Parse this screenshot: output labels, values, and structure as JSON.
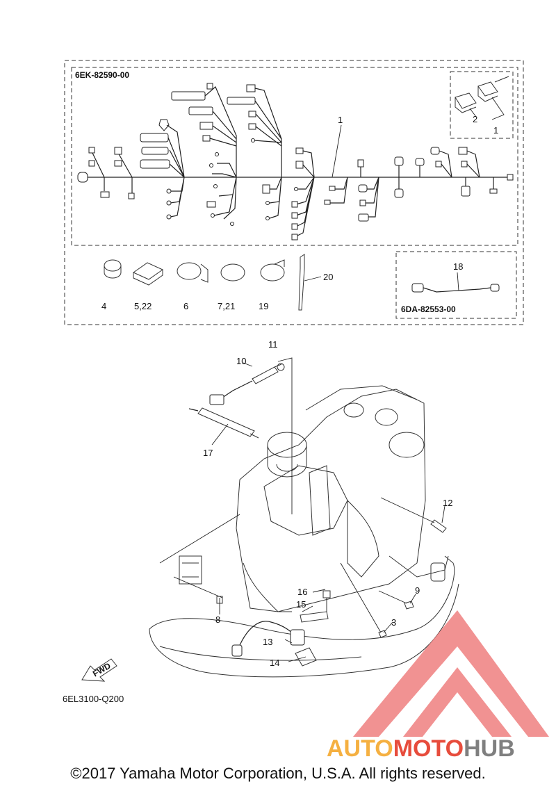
{
  "harness_code": "6EK-82590-00",
  "sub_harness_code": "6DA-82553-00",
  "diagram_code": "6EL3100-Q200",
  "direction_label": "FWD",
  "copyright": "©2017 Yamaha Motor Corporation, U.S.A. All rights reserved.",
  "watermark": {
    "part1": "AUTO",
    "part2": "MOTO",
    "part3": "HUB",
    "colors": {
      "auto": "#f5b041",
      "moto": "#e74c3c",
      "hub": "#7f7f7f",
      "logo": "#ef8080"
    }
  },
  "callouts": [
    "1",
    "2",
    "1",
    "4",
    "5,22",
    "6",
    "7,21",
    "19",
    "20",
    "18",
    "11",
    "10",
    "17",
    "12",
    "16",
    "15",
    "9",
    "3",
    "8",
    "13",
    "14"
  ]
}
